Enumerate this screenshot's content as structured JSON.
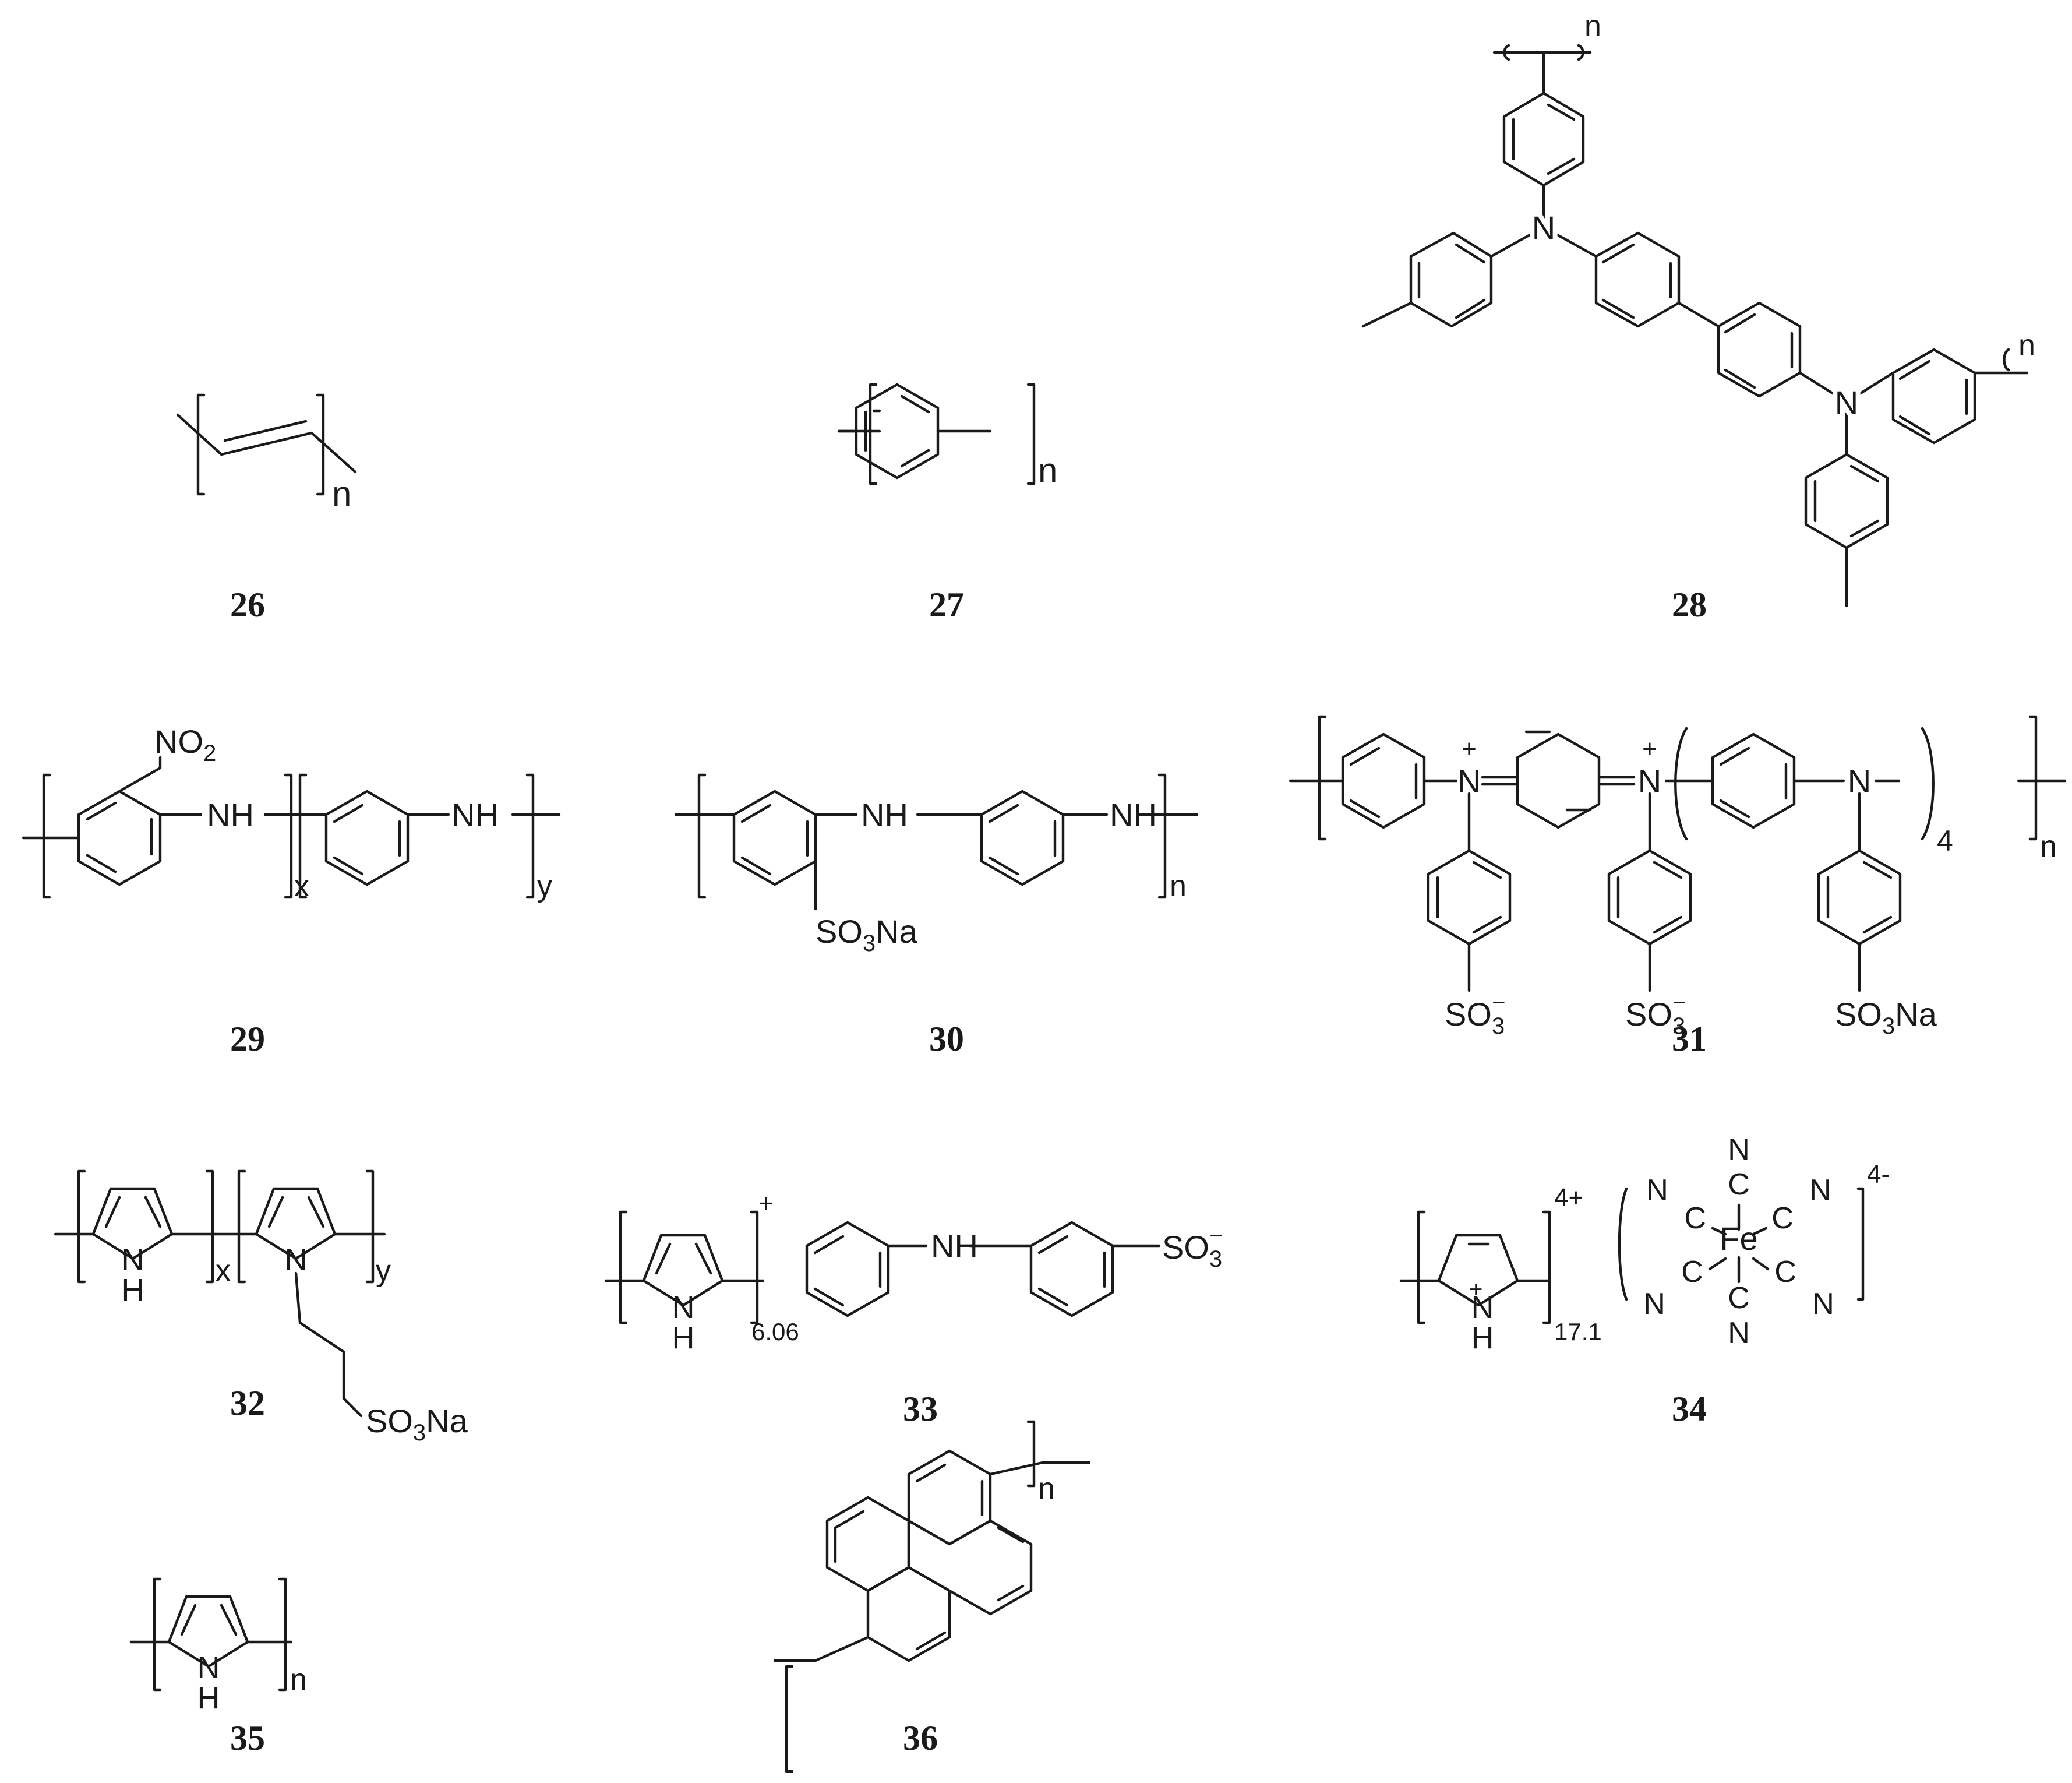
{
  "structures": [
    {
      "number": "26",
      "labels": {
        "n": "n"
      }
    },
    {
      "number": "27",
      "labels": {
        "n": "n"
      }
    },
    {
      "number": "28",
      "labels": {
        "n_top": "n",
        "n_right": "n",
        "N1": "N",
        "N2": "N"
      }
    },
    {
      "number": "29",
      "labels": {
        "no2": "NO",
        "no2_sub": "2",
        "nh1": "NH",
        "nh2": "NH",
        "x": "x",
        "y": "y"
      }
    },
    {
      "number": "30",
      "labels": {
        "nh1": "NH",
        "nh2": "NH",
        "so3na": "SO",
        "so3na_sub": "3",
        "so3na_na": "Na",
        "n": "n"
      }
    },
    {
      "number": "31",
      "labels": {
        "N1": "N",
        "N2": "N",
        "N3": "N",
        "plus1": "+",
        "plus2": "+",
        "so3a": "SO",
        "so3a_sub": "3",
        "so3a_minus": "−",
        "so3b": "SO",
        "so3b_sub": "3",
        "so3b_minus": "−",
        "so3c": "SO",
        "so3c_sub": "3",
        "so3c_na": "Na",
        "four": "4",
        "n": "n"
      }
    },
    {
      "number": "32",
      "labels": {
        "nh": "N",
        "h": "H",
        "n2": "N",
        "x": "x",
        "y": "y",
        "so3na": "SO",
        "so3na_sub": "3",
        "so3na_na": "Na"
      }
    },
    {
      "number": "33",
      "labels": {
        "nh": "N",
        "h": "H",
        "plus": "+",
        "sub": "6.06",
        "nh2": "NH",
        "so3": "SO",
        "so3_sub": "3",
        "so3_minus": "−"
      }
    },
    {
      "number": "34",
      "labels": {
        "nh": "N",
        "h": "H",
        "plus": "+",
        "charge": "4+",
        "sub": "17.1",
        "fe": "Fe",
        "c": "C",
        "n": "N",
        "charge2": "4-"
      }
    },
    {
      "number": "35",
      "labels": {
        "nh": "N",
        "h": "H",
        "n": "n"
      }
    },
    {
      "number": "36",
      "labels": {
        "n": "n"
      }
    }
  ]
}
